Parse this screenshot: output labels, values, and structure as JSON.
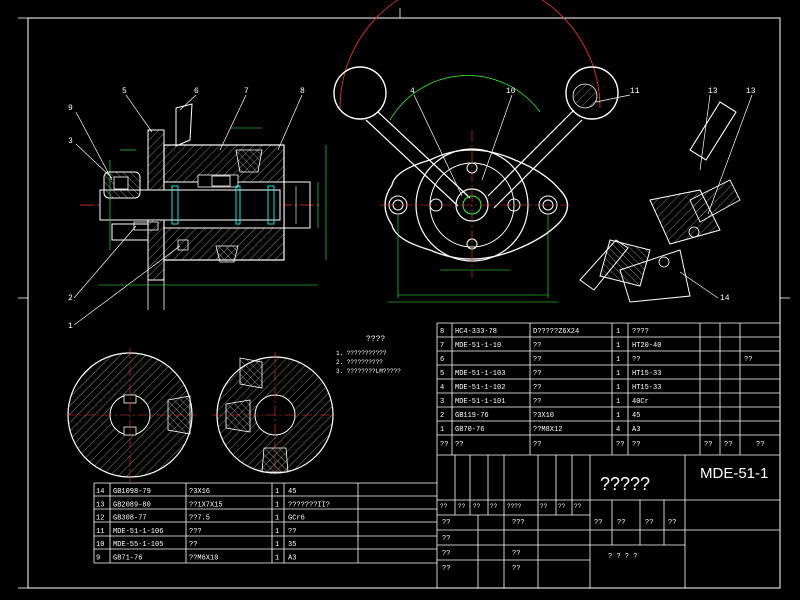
{
  "colors": {
    "bg": "#000000",
    "line": "#ffffff",
    "dim": "#33ff33",
    "center": "#ff3333",
    "hatch": "#cccccc",
    "cyan": "#00ffff"
  },
  "callouts": [
    "9",
    "3",
    "5",
    "6",
    "7",
    "8",
    "2",
    "1",
    "4",
    "10",
    "11",
    "13",
    "13",
    "14"
  ],
  "notes": {
    "title": "????",
    "items": [
      "1. ???????????",
      "2. ??????????",
      "3. ????????LM?????"
    ]
  },
  "main_bom": {
    "rows": [
      {
        "no": "8",
        "code": "HC4-333-78",
        "name": "D?????Z6X24",
        "qty": "1",
        "material": "????",
        "note": ""
      },
      {
        "no": "7",
        "code": "MDE-51-1-10",
        "name": "??",
        "qty": "1",
        "material": "HT20-40",
        "note": ""
      },
      {
        "no": "6",
        "code": "",
        "name": "??",
        "qty": "1",
        "material": "??",
        "note": "??"
      },
      {
        "no": "5",
        "code": "MDE-51-1-103",
        "name": "??",
        "qty": "1",
        "material": "HT15-33",
        "note": ""
      },
      {
        "no": "4",
        "code": "MDE-51-1-102",
        "name": "??",
        "qty": "1",
        "material": "HT15-33",
        "note": ""
      },
      {
        "no": "3",
        "code": "MDE-51-1-101",
        "name": "??",
        "qty": "1",
        "material": "40Cr",
        "note": ""
      },
      {
        "no": "2",
        "code": "GB119-76",
        "name": "?3X10",
        "qty": "1",
        "material": "45",
        "note": ""
      },
      {
        "no": "1",
        "code": "GB70-76",
        "name": "??M8X12",
        "qty": "4",
        "material": "A3",
        "note": ""
      }
    ],
    "header": [
      "??",
      "??",
      "??",
      "??",
      "??",
      "??",
      "??",
      "??"
    ]
  },
  "left_bom": {
    "rows": [
      {
        "no": "14",
        "code": "GB1098-79",
        "name": "?3X16",
        "qty": "1",
        "material": "45"
      },
      {
        "no": "13",
        "code": "GB2089-80",
        "name": "??1X7X15",
        "qty": "1",
        "material": "???????II?"
      },
      {
        "no": "12",
        "code": "GB308-77",
        "name": "??7.5",
        "qty": "1",
        "material": "GCr6"
      },
      {
        "no": "11",
        "code": "MDE-51-1-106",
        "name": "???",
        "qty": "1",
        "material": "??"
      },
      {
        "no": "10",
        "code": "MDE-55-1-105",
        "name": "??",
        "qty": "1",
        "material": "35"
      },
      {
        "no": "9",
        "code": "GB71-76",
        "name": "??M6X10",
        "qty": "1",
        "material": "A3"
      }
    ]
  },
  "title_block": {
    "drawing_no": "MDE-51-1",
    "drawing_name": "?????",
    "row_headers": [
      "??",
      "??",
      "??",
      "??",
      "????",
      "??",
      "??",
      "??"
    ],
    "design": "??",
    "check": "??",
    "audit": "??",
    "process": "??",
    "std": "???",
    "approve": "??",
    "date": "??",
    "stage": [
      "??",
      "??",
      "??",
      "??"
    ],
    "sheets": "? ? ? ?"
  }
}
